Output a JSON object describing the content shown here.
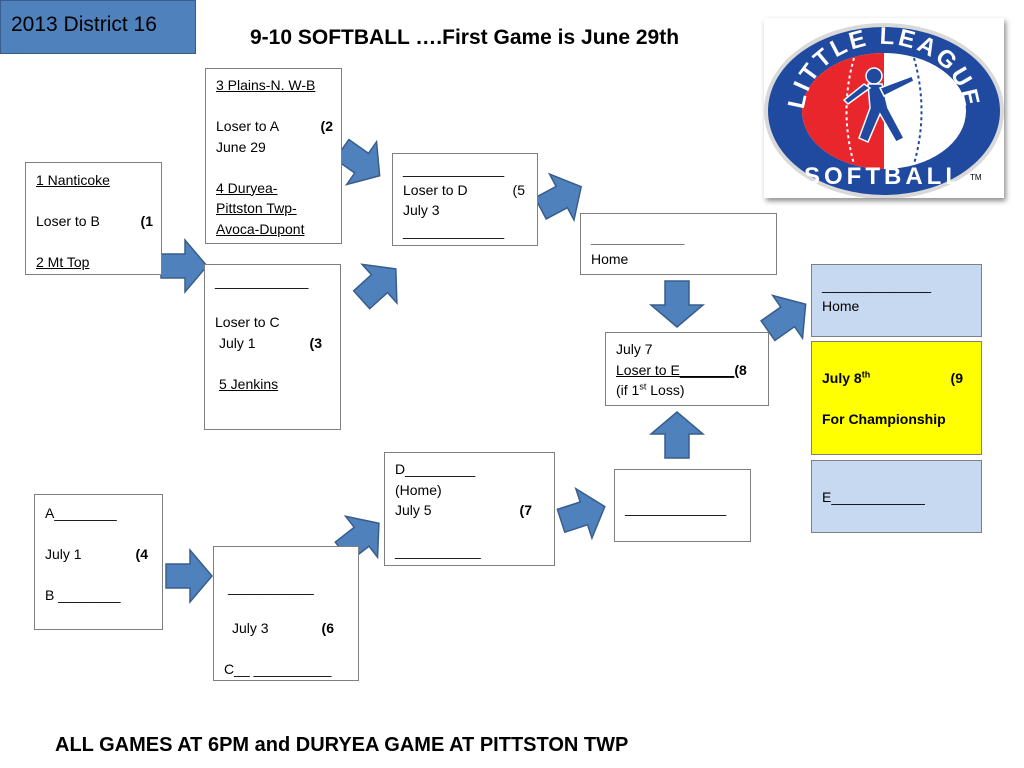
{
  "tag": "2013 District 16",
  "title": "9-10 SOFTBALL ….First Game is June 29th",
  "footer": "ALL GAMES AT 6PM and DURYEA GAME AT PITTSTON TWP",
  "logo": {
    "top_text": "LITTLE LEAGUE",
    "bottom_text": "SOFTBALL",
    "tm": "TM",
    "colors": {
      "outer_ring": "#1f4aa0",
      "inner": "#e8262b",
      "white": "#ffffff"
    }
  },
  "colors": {
    "arrow_fill": "#4f81bd",
    "arrow_stroke": "#385d8a",
    "box_blue": "#c6d9f1",
    "box_yellow": "#ffff00",
    "tag_bg": "#4f81bd"
  },
  "game1": {
    "team1": "1  Nanticoke",
    "loser": "Loser to B",
    "num": "(1",
    "team2": "2 Mt Top"
  },
  "game2": {
    "team1": "3 Plains-N. W-B",
    "loser": "Loser to A",
    "num": "(2",
    "date": "June 29",
    "team2_l1": "4 Duryea-",
    "team2_l2": "Pittston Twp-",
    "team2_l3": "Avoca-Dupont"
  },
  "game3": {
    "blank": "____________",
    "loser": "Loser to C",
    "date": "July 1",
    "num": "(3",
    "team": "5 Jenkins"
  },
  "game5": {
    "blank1": "_____________",
    "loser": "Loser to D",
    "num": "(5",
    "date": "July 3",
    "blank2": "_____________"
  },
  "semi": {
    "blank": "____________",
    "home": "Home"
  },
  "game8": {
    "date": "July 7",
    "loser": "Loser to E_______",
    "num": "(8",
    "note_pre": "(if 1",
    "note_sup": "st",
    "note_post": " Loss)"
  },
  "champ_home": {
    "blank": "______________",
    "home": "Home"
  },
  "game9": {
    "date_pre": "July 8",
    "date_sup": "th",
    "num": "(9",
    "label": "For Championship"
  },
  "champ_e": {
    "text": "E____________"
  },
  "game4": {
    "a": "A________",
    "date": " July 1",
    "num": "(4",
    "b": "B ________"
  },
  "game6": {
    "blank": "___________",
    "date": "July 3",
    "num": "(6",
    "c": "C__ __________"
  },
  "game7": {
    "d": "D_________",
    "home": "(Home)",
    "date": "July 5",
    "num": "(7",
    "blank": "___________"
  },
  "lower_final": {
    "blank": "_____________"
  }
}
